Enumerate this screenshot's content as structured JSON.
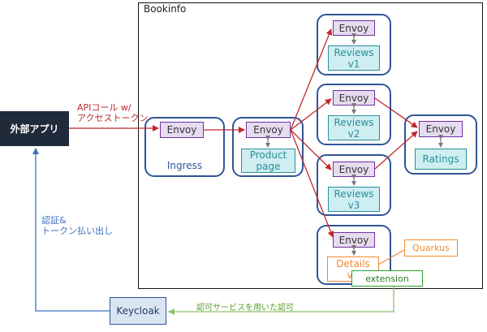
{
  "frame": {
    "title": "Bookinfo"
  },
  "external_app": {
    "label": "外部アプリ"
  },
  "keycloak": {
    "label": "Keycloak"
  },
  "labels": {
    "api_call_line1": "APIコール w/",
    "api_call_line2": "アクセストークン",
    "auth_line1": "認証&",
    "auth_line2": "トークン払い出し",
    "authz": "認可サービスを用いた認可"
  },
  "envoy_label": "Envoy",
  "ingress": {
    "label": "Ingress"
  },
  "productpage": {
    "line1": "Product",
    "line2": "page"
  },
  "reviews_v1": {
    "line1": "Reviews",
    "line2": "v1"
  },
  "reviews_v2": {
    "line1": "Reviews",
    "line2": "v2"
  },
  "reviews_v3": {
    "line1": "Reviews",
    "line2": "v3"
  },
  "ratings": {
    "label": "Ratings"
  },
  "details": {
    "line1": "Details",
    "line2": "v2"
  },
  "quarkus": {
    "label": "Quarkus"
  },
  "extension": {
    "label": "extension"
  },
  "colors": {
    "request_flow": "#c0282d",
    "auth_flow": "#3b6fbf",
    "authz_flow": "#8cc36c",
    "envoy": "#7030a0",
    "service": "#2a8f9a",
    "pod_border": "#2f5597",
    "quarkus": "#f08a2c",
    "extension": "#2aa32a"
  }
}
